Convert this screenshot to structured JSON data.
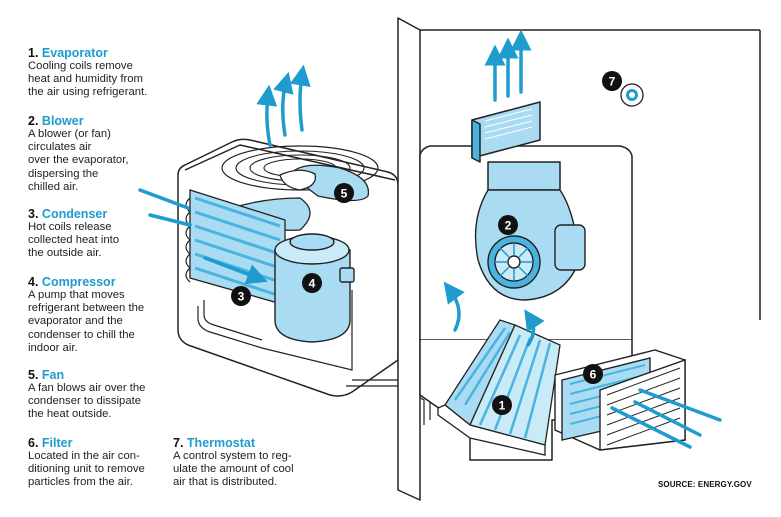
{
  "legend": [
    {
      "num": "1.",
      "name": "Evaporator",
      "desc": [
        "Cooling coils remove",
        "heat and humidity from",
        "the air using refrigerant."
      ]
    },
    {
      "num": "2.",
      "name": "Blower",
      "desc": [
        "A blower (or fan)",
        "circulates air",
        "over the evaporator,",
        "dispersing the",
        "chilled air."
      ]
    },
    {
      "num": "3.",
      "name": "Condenser",
      "desc": [
        "Hot coils release",
        "collected heat into",
        "the outside air."
      ]
    },
    {
      "num": "4.",
      "name": "Compressor",
      "desc": [
        "A pump that moves",
        "refrigerant between the",
        "evaporator and the",
        "condenser to chill the",
        "indoor air."
      ]
    },
    {
      "num": "5.",
      "name": "Fan",
      "desc": [
        "A fan blows air over the",
        "condenser to dissipate",
        "the heat outside."
      ]
    },
    {
      "num": "6.",
      "name": "Filter",
      "desc": [
        "Located in the air con-",
        "ditioning unit to remove",
        "particles from the air."
      ]
    },
    {
      "num": "7.",
      "name": "Thermostat",
      "desc": [
        "A control system to reg-",
        "ulate the amount of cool",
        "air that is distributed."
      ]
    }
  ],
  "markers": [
    "1",
    "2",
    "3",
    "4",
    "5",
    "6",
    "7"
  ],
  "source": "SOURCE: ENERGY.GOV",
  "colors": {
    "accent": "#1d9ccd",
    "light_blue": "#a9dcf2",
    "mid_blue": "#4ab3e0",
    "outline": "#222222"
  }
}
